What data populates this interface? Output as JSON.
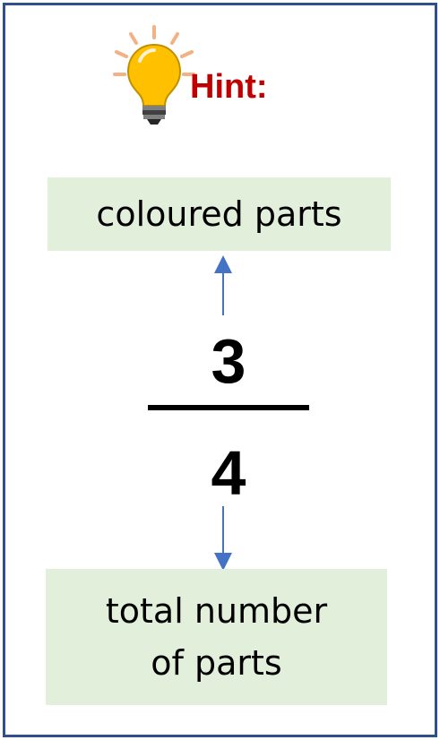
{
  "hint": {
    "label": "Hint:",
    "icon": "lightbulb-icon",
    "label_color": "#c00000"
  },
  "fraction": {
    "numerator": "3",
    "denominator": "4"
  },
  "numerator_label": "coloured parts",
  "denominator_label": {
    "line1": "total number",
    "line2": "of parts"
  },
  "colors": {
    "border": "#2f4f8f",
    "label_background": "#e2efda",
    "arrow": "#4472c4"
  }
}
